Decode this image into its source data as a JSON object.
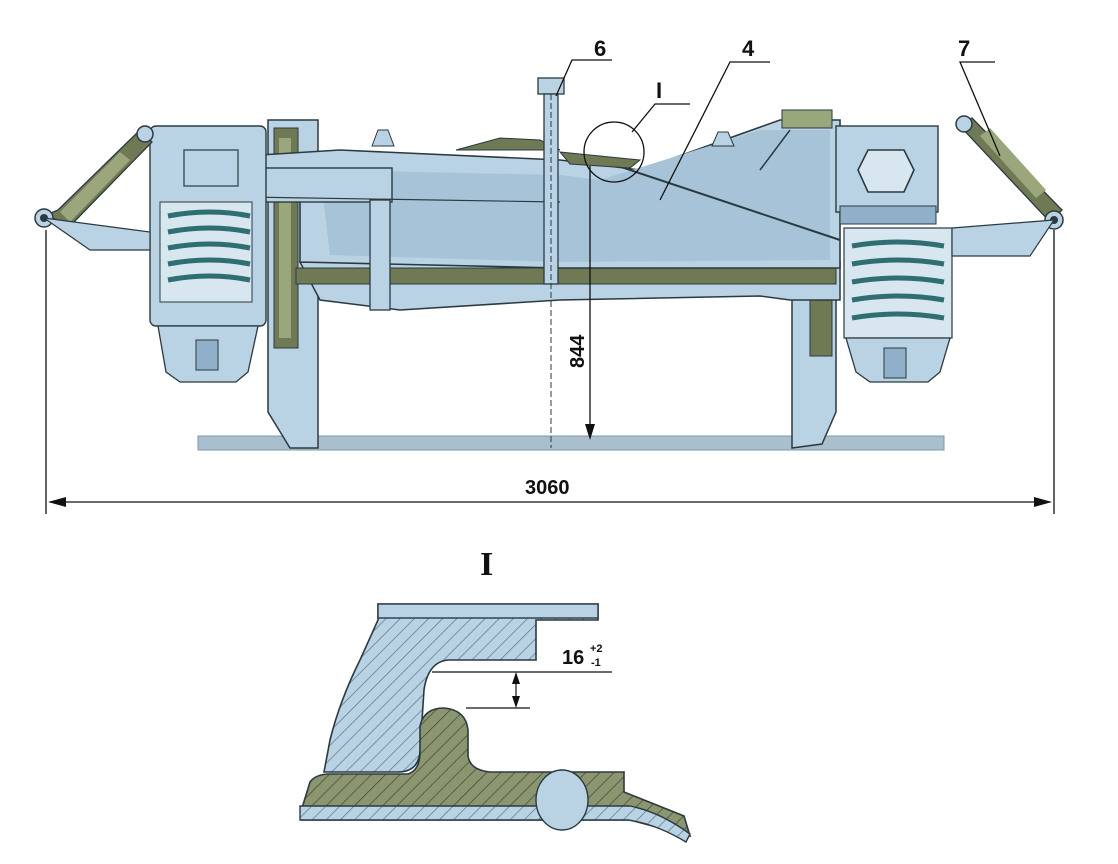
{
  "callouts": {
    "c6": "6",
    "c4": "4",
    "c7": "7",
    "cI": "I"
  },
  "dimensions": {
    "height": "844",
    "length": "3060",
    "gap_value": "16",
    "gap_tol_upper": "+2",
    "gap_tol_lower": "-1"
  },
  "detail": {
    "title": "I"
  },
  "colors": {
    "steel": "#b9d2e4",
    "steel_dark": "#8fb0c8",
    "olive": "#6f7a55",
    "olive_light": "#9aa77c",
    "outline": "#2a3a40",
    "rail": "#a9bfcd"
  }
}
